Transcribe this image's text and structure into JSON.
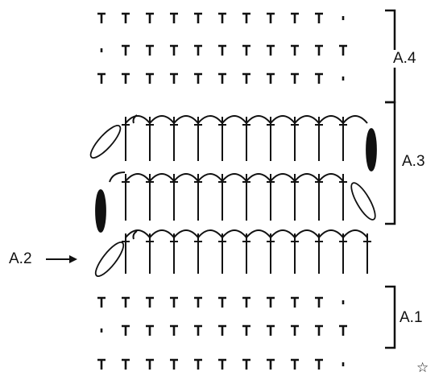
{
  "colors": {
    "ink": "#111111",
    "background": "#ffffff"
  },
  "labels": {
    "a4": "A.4",
    "a3": "A.3",
    "a2": "A.2",
    "a1": "A.1",
    "start_marker": "☆"
  },
  "icons": {
    "arrow": "right-arrow-icon",
    "star": "star-outline-icon"
  },
  "legend_rows": {
    "row1": [
      "T",
      "T",
      "T",
      "T",
      "T",
      "T",
      "T",
      "T",
      "T",
      "T",
      "'"
    ],
    "row2": [
      "'",
      "T",
      "T",
      "T",
      "T",
      "T",
      "T",
      "T",
      "T",
      "T",
      "T"
    ],
    "row3": [
      "T",
      "T",
      "T",
      "T",
      "T",
      "T",
      "T",
      "T",
      "T",
      "T",
      "'"
    ],
    "row10": [
      "T",
      "T",
      "T",
      "T",
      "T",
      "T",
      "T",
      "T",
      "T",
      "T",
      "'"
    ],
    "row11": [
      "'",
      "T",
      "T",
      "T",
      "T",
      "T",
      "T",
      "T",
      "T",
      "T",
      "T"
    ],
    "row12": [
      "T",
      "T",
      "T",
      "T",
      "T",
      "T",
      "T",
      "T",
      "T",
      "T",
      "'"
    ]
  }
}
